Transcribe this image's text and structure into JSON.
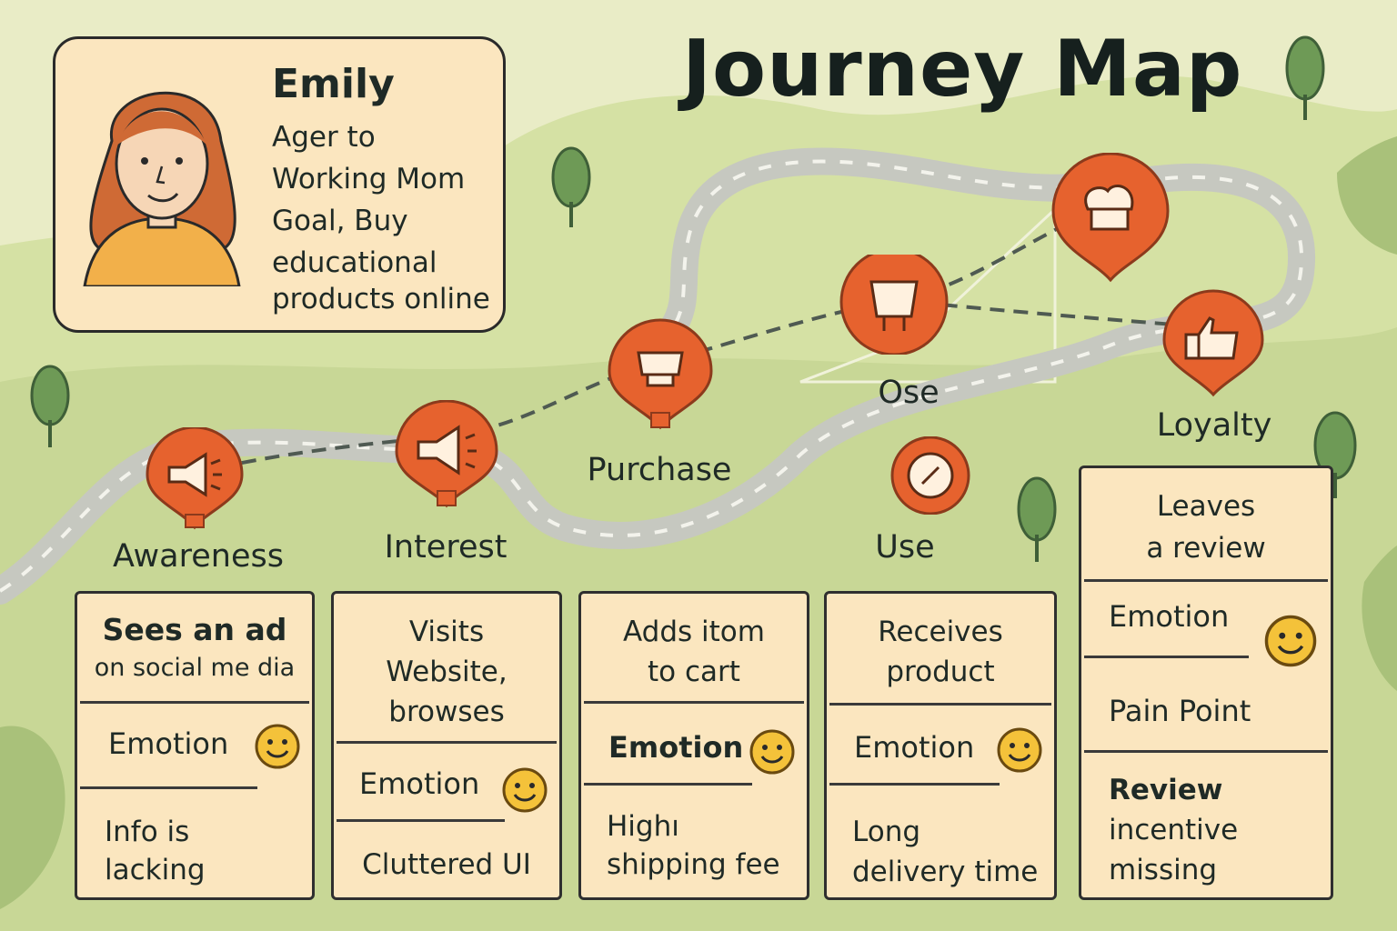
{
  "title": "Journey Map",
  "persona": {
    "name": "Emily",
    "lines": [
      "Ager to",
      "Working Mom",
      "Goal, Buy",
      "educational",
      "products online"
    ]
  },
  "map_labels": {
    "extra_pin_label": "Ose"
  },
  "colors": {
    "pin": "#e6622e",
    "card_bg": "#fbe6bf",
    "road": "#c6c8c0",
    "hills": "#c8d796",
    "face": "#f4c23a"
  },
  "stages": [
    {
      "name": "Awareness",
      "icon": "megaphone-icon",
      "action": [
        "Sees an ad",
        "on social me dia"
      ],
      "emotion_label": "Emotion",
      "emotion_icon": "smiley-face-icon",
      "pain_point": [
        "Info is",
        "lacking"
      ]
    },
    {
      "name": "Interest",
      "icon": "megaphone-icon",
      "action": [
        "Visits",
        "Website,",
        "browses"
      ],
      "emotion_label": "Emotion",
      "emotion_icon": "smiley-face-icon",
      "pain_point": [
        "Cluttered UI"
      ]
    },
    {
      "name": "Purchase",
      "icon": "package-icon",
      "action": [
        "Adds itom",
        "to cart"
      ],
      "emotion_label": "Emotion",
      "emotion_icon": "smiley-face-icon",
      "pain_point": [
        "Highı",
        "shipping fee"
      ]
    },
    {
      "name": "Use",
      "icon": "clock-icon",
      "action": [
        "Receives",
        "product"
      ],
      "emotion_label": "Emotion",
      "emotion_icon": "smiley-face-icon",
      "pain_point": [
        "Long",
        "delivery time"
      ]
    },
    {
      "name": "Loyalty",
      "icon": "thumbs-up-icon",
      "action": [
        "Leaves",
        "a review"
      ],
      "emotion_label": "Emotion",
      "emotion_icon": "smiley-face-icon",
      "pain_point_label": "Pain Point",
      "pain_point": [
        "Review",
        "incentive",
        "missing"
      ]
    }
  ]
}
